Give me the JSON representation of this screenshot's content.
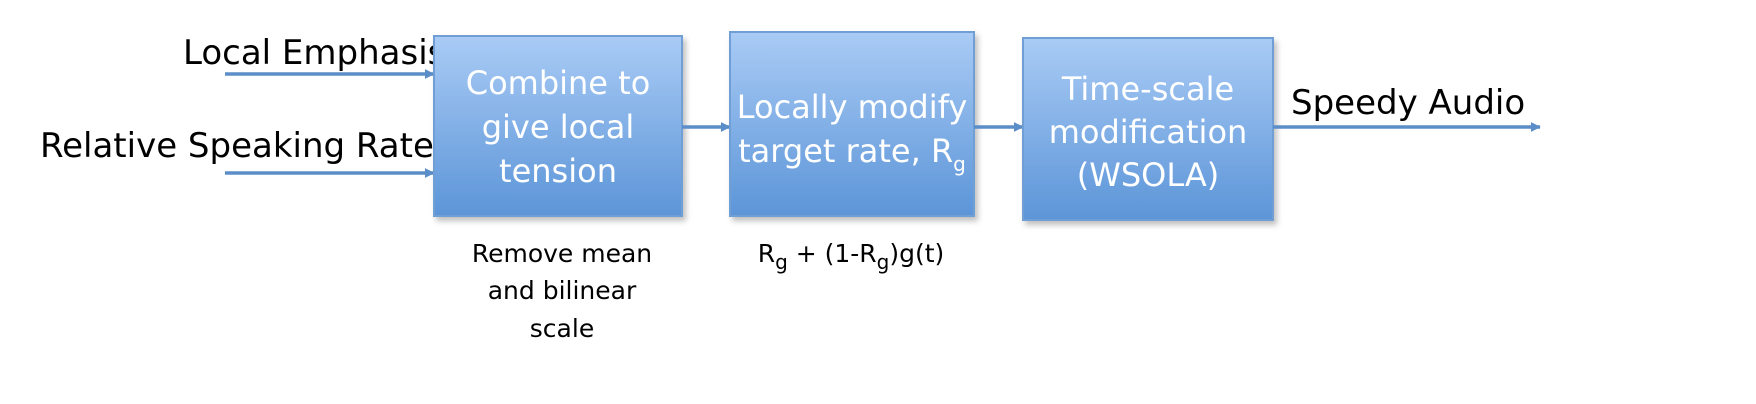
{
  "inputs": {
    "emphasis": "Local Emphasis",
    "rate": "Relative Speaking Rate"
  },
  "output": "Speedy Audio",
  "blocks": {
    "combine": {
      "lines": [
        "Combine to",
        "give local",
        "tension"
      ],
      "caption": [
        "Remove mean",
        "and bilinear",
        "scale"
      ]
    },
    "modify": {
      "line1": "Locally modify",
      "line2_main": "target rate, R",
      "line2_sub": "g",
      "caption": {
        "r1": "R",
        "s1": "g",
        "mid": " + (1-R",
        "s2": "g",
        "end": ")g(t)"
      }
    },
    "tsm": {
      "lines": [
        "Time-scale",
        "modification",
        "(WSOLA)"
      ]
    }
  },
  "colors": {
    "box_top": "#a9cbf5",
    "box_bottom": "#5c95d8",
    "box_border": "#6f9fd6",
    "arrow": "#5b8ec9"
  }
}
